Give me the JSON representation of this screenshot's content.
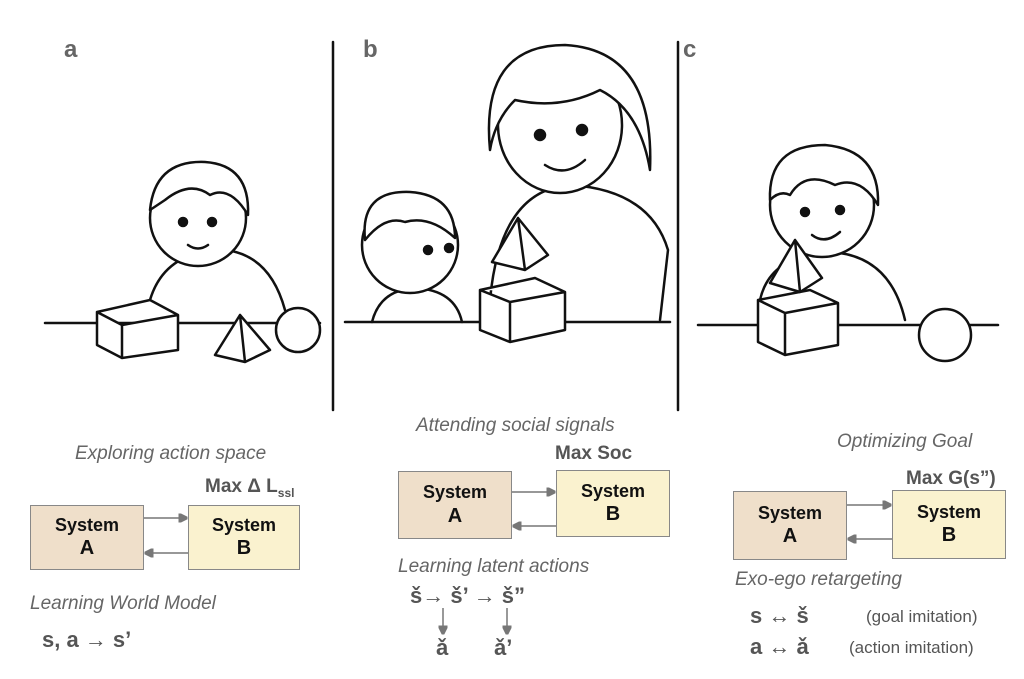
{
  "panels": [
    {
      "label": "a",
      "caption": "Exploring action space",
      "objective": "Max Δ L",
      "objective_sub": "ssl",
      "system_a": {
        "line1": "System",
        "line2": "A"
      },
      "system_b": {
        "line1": "System",
        "line2": "B"
      },
      "bottom_caption": "Learning World Model",
      "equation": "s, a → s’"
    },
    {
      "label": "b",
      "caption": "Attending social signals",
      "objective": "Max Soc",
      "system_a": {
        "line1": "System",
        "line2": "A"
      },
      "system_b": {
        "line1": "System",
        "line2": "B"
      },
      "bottom_caption": "Learning latent actions",
      "equation": "š→ š’ → š”",
      "latent_1": "ǎ",
      "latent_2": "ǎ’"
    },
    {
      "label": "c",
      "caption": "Optimizing Goal",
      "objective": "Max G(s”)",
      "system_a": {
        "line1": "System",
        "line2": "A"
      },
      "system_b": {
        "line1": "System",
        "line2": "B"
      },
      "bottom_caption": "Exo-ego retargeting",
      "rows": [
        {
          "equation": "s ↔ š",
          "note": "(goal imitation)"
        },
        {
          "equation": "a ↔ ǎ",
          "note": "(action imitation)"
        }
      ]
    }
  ],
  "colors": {
    "system_a": "#efdfca",
    "system_b": "#faf2cf"
  }
}
